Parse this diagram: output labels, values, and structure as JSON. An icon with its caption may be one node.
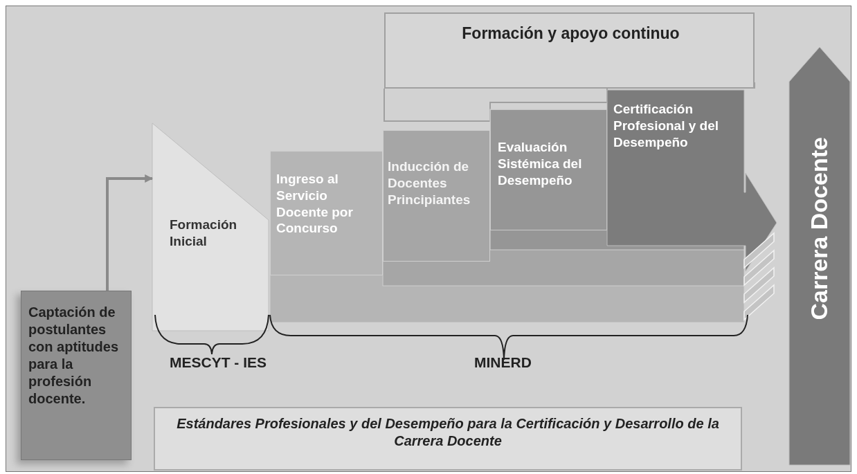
{
  "diagram": {
    "nodes": [
      {
        "text": [
          "Formación y apoyo continuo"
        ]
      },
      {
        "text": [
          "Captación de postulantes con aptitudes para la profesión docente."
        ]
      },
      {
        "text": [
          "Formación Inicial"
        ]
      },
      {
        "text": [
          "Ingreso al Servicio Docente por Concurso"
        ]
      },
      {
        "text": [
          "Inducción de Docentes Principiantes"
        ]
      },
      {
        "text": [
          "Evaluación Sistémica del Desempeño"
        ]
      },
      {
        "text": [
          "Certificación Profesional y del Desempeño"
        ]
      },
      {
        "text": [
          "Carrera Docente"
        ]
      },
      {
        "text": [
          "Estándares Profesionales y del Desempeño para la Certificación y Desarrollo de la Carrera Docente"
        ]
      }
    ],
    "edges": [
      {
        "from": 1,
        "to": 2,
        "arrow": "to"
      }
    ],
    "labels": [
      "MESCYT - IES",
      "MINERD"
    ]
  }
}
